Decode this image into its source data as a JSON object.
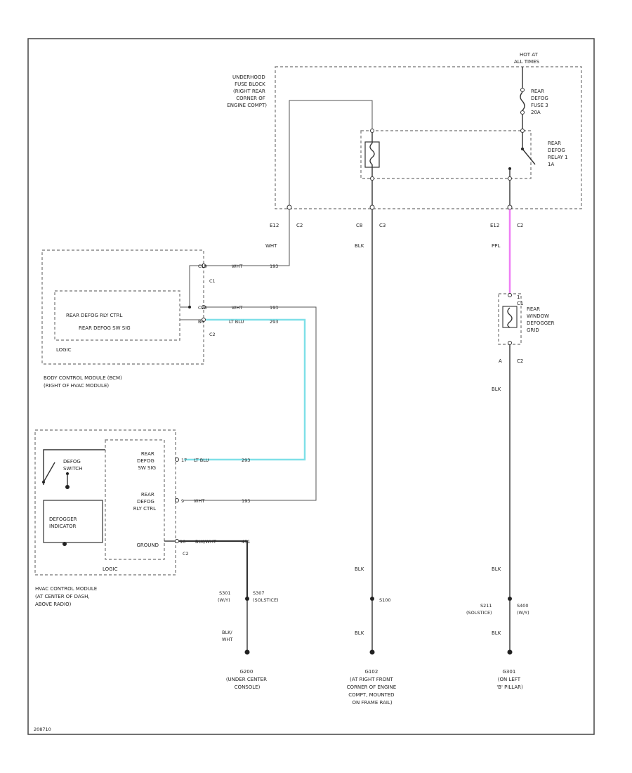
{
  "fuse_block": {
    "title_lines": [
      "UNDERHOOD",
      "FUSE BLOCK",
      "(RIGHT REAR",
      "CORNER OF",
      "ENGINE COMPT)"
    ],
    "hot_at_lines": [
      "HOT AT",
      "ALL TIMES"
    ],
    "fuse_lines": [
      "REAR",
      "DEFOG",
      "FUSE 3",
      "20A"
    ],
    "relay_lines": [
      "REAR",
      "DEFOG",
      "RELAY 1",
      "1A"
    ],
    "pin_e12": "E12",
    "conn_c2_a": "C2",
    "pin_c8": "C8",
    "conn_c3": "C3",
    "pin_e12b": "E12",
    "conn_c2_b": "C2"
  },
  "wires": {
    "wht_top": "WHT",
    "blk_mid": "BLK",
    "ppl": "PPL",
    "blk_right_1": "BLK",
    "blk_mid_2": "BLK",
    "blk_right_2": "BLK",
    "blk_mid_3": "BLK",
    "blk_right_3": "BLK"
  },
  "bcm": {
    "pin_c19": "C19",
    "c19_wire": "WHT",
    "c19_circuit": "193",
    "c1_label": "C1",
    "pin_c20": "C20",
    "c20_wire": "WHT",
    "c20_circuit": "193",
    "pin_b6": "B6",
    "b6_wire": "LT BLU",
    "b6_circuit": "293",
    "c2_label": "C2",
    "relay_ctrl": "REAR DEFOG RLY CTRL",
    "sw_sig": "REAR DEFOG SW SIG",
    "logic": "LOGIC",
    "title_lines": [
      "BODY CONTROL MODULE (BCM)",
      "(RIGHT OF HVAC MODULE)"
    ]
  },
  "hvac": {
    "switch_lines": [
      "DEFOG",
      "SWITCH"
    ],
    "indicator_lines": [
      "DEFOGGER",
      "INDICATOR"
    ],
    "sw_sig_lines": [
      "REAR",
      "DEFOG",
      "SW SIG"
    ],
    "rly_ctrl_lines": [
      "REAR",
      "DEFOG",
      "RLY CTRL"
    ],
    "ground": "GROUND",
    "pin_17": "17",
    "p17_wire": "LT BLU",
    "p17_circuit": "293",
    "pin_9": "9",
    "p9_wire": "WHT",
    "p9_circuit": "193",
    "pin_10": "10",
    "p10_wire": "BLK/WHT",
    "p10_circuit": "451",
    "c2_label": "C2",
    "logic": "LOGIC",
    "title_lines": [
      "HVAC CONTROL MODULE",
      "(AT CENTER OF DASH,",
      "ABOVE RADIO)"
    ]
  },
  "grid": {
    "pin_top": "1",
    "c1_label": "C1",
    "label_lines": [
      "REAR",
      "WINDOW",
      "DEFOGGER",
      "GRID"
    ],
    "pin_bot": "A",
    "c2_label": "C2"
  },
  "splices": {
    "s301_a": "S301",
    "s301_a_sub": "(W/Y)",
    "s307": "S307",
    "s307_sub": "(SOLSTICE)",
    "blk_wht_lines": [
      "BLK/",
      "WHT"
    ],
    "s100": "S100",
    "s211": "S211",
    "s211_sub": "(SOLSTICE)",
    "s400": "S400",
    "s400_sub": "(W/Y)"
  },
  "grounds": {
    "g200_lines": [
      "G200",
      "(UNDER CENTER",
      "CONSOLE)"
    ],
    "g102_lines": [
      "G102",
      "(AT RIGHT FRONT",
      "CORNER OF ENGINE",
      "COMPT, MOUNTED",
      "ON FRAME RAIL)"
    ],
    "g301_lines": [
      "G301",
      "(ON LEFT",
      "'B' PILLAR)"
    ]
  },
  "footer": {
    "code": "208710"
  },
  "colors": {
    "lt_blu": "#7fe0e8",
    "ppl": "#ef7ef5",
    "wire": "#333333",
    "dash": "#888888"
  }
}
